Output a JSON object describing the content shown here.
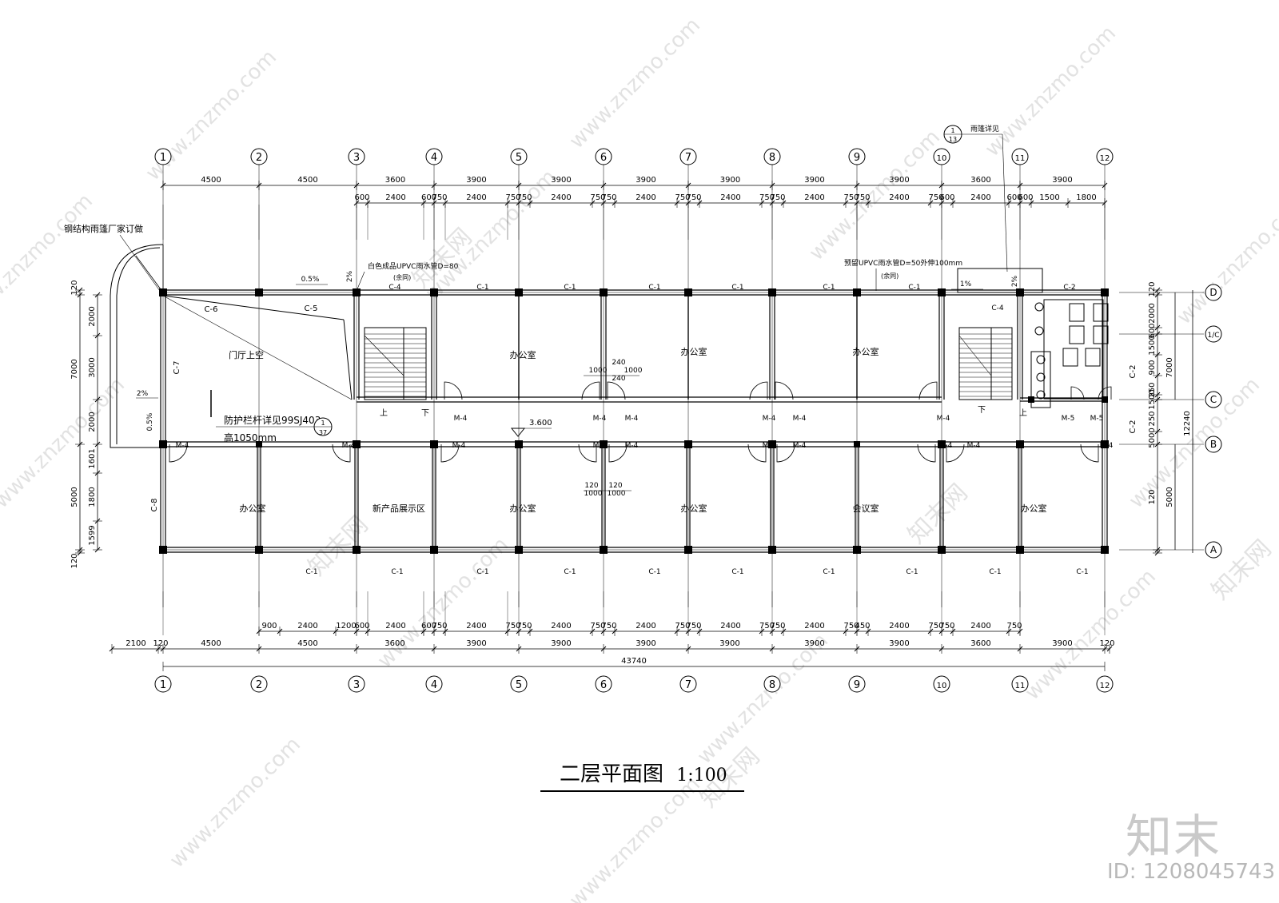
{
  "drawing": {
    "title": "二层平面图",
    "scale": "1:100",
    "axes_x": [
      "1",
      "2",
      "3",
      "4",
      "5",
      "6",
      "7",
      "8",
      "9",
      "10",
      "11",
      "12"
    ],
    "axes_y": [
      "D",
      "1/C",
      "C",
      "B",
      "A"
    ],
    "dims_top_main": [
      "4500",
      "4500",
      "3600",
      "3900",
      "3900",
      "3900",
      "3900",
      "3900",
      "3900",
      "3600",
      "3900"
    ],
    "dims_top_sub": [
      "600",
      "2400",
      "600",
      "750",
      "2400",
      "750",
      "750",
      "2400",
      "750",
      "750",
      "2400",
      "750",
      "750",
      "2400",
      "750",
      "750",
      "2400",
      "750",
      "750",
      "2400",
      "750",
      "600",
      "2400",
      "600",
      "600",
      "1500",
      "1800"
    ],
    "dims_bottom_sub": [
      "900",
      "2400",
      "1200",
      "600",
      "2400",
      "600",
      "750",
      "2400",
      "750",
      "750",
      "2400",
      "750",
      "750",
      "2400",
      "750",
      "750",
      "2400",
      "750",
      "750",
      "2400",
      "750",
      "450",
      "2400",
      "750",
      "750",
      "2400",
      "750"
    ],
    "dims_bottom_main": [
      "2100",
      "120",
      "4500",
      "4500",
      "3600",
      "3900",
      "3900",
      "3900",
      "3900",
      "3900",
      "3900",
      "3600",
      "3900",
      "120"
    ],
    "dim_total": "43740",
    "dims_left_outer": [
      "120",
      "7000",
      "5000",
      "120"
    ],
    "dims_left_inner": [
      "2000",
      "3000",
      "2000",
      "1601",
      "1800",
      "1599"
    ],
    "dims_right_inner": [
      "120",
      "2000",
      "600",
      "1500",
      "900",
      "250",
      "1500",
      "250",
      "5000",
      "120"
    ],
    "dims_right_outer": [
      "7000",
      "12240"
    ],
    "rooms": [
      "门厅上空",
      "办公室",
      "办公室",
      "办公室",
      "办公室",
      "新产品展示区",
      "办公室",
      "办公室",
      "会议室",
      "办公室"
    ],
    "notes": {
      "canopy": "钢结构雨篷厂家订做",
      "drain_left": "白色成品UPVC雨水管D=80",
      "drain_right": "预留UPVC雨水管D=50外伸100mm",
      "drain_sub": "(余同)",
      "canopy_detail": "雨篷详见",
      "railing_1": "防护栏杆详见99SJ403",
      "railing_2": "高1050mm",
      "railing_ref_top": "1",
      "railing_ref_bottom": "37",
      "canopy_ref_top": "1",
      "canopy_ref_bottom": "13",
      "elevation": "3.600",
      "stair_up": "上",
      "stair_down": "下"
    },
    "labels": {
      "windows_front": [
        "C-4",
        "C-1",
        "C-1",
        "C-1",
        "C-1",
        "C-1",
        "C-1",
        "C-4",
        "C-2"
      ],
      "windows_back": [
        "C-1",
        "C-1",
        "C-1",
        "C-1",
        "C-1",
        "C-1",
        "C-1",
        "C-1",
        "C-1",
        "C-1"
      ],
      "c5": "C-5",
      "c6": "C-6",
      "c7": "C-7",
      "c8": "C-8",
      "c2": "C-2",
      "c2b": "C-2",
      "doors_top": [
        "M-4",
        "M-4",
        "M-4",
        "M-4",
        "M-4",
        "M-4",
        "M-5",
        "M-5"
      ],
      "doors_bottom": [
        "M-4",
        "M-4",
        "M-4",
        "M-4",
        "M-4",
        "M-4",
        "M-4",
        "M-4",
        "M-4",
        "M-4",
        "M-4"
      ],
      "slopes": [
        "0.5%",
        "2%",
        "2%",
        "0.5%",
        "1%",
        "2%"
      ],
      "mid_dims": [
        "1000",
        "240",
        "1000",
        "240",
        "120",
        "120",
        "1000",
        "1000",
        "1000"
      ]
    },
    "watermark": {
      "site": "www.znzmo.com",
      "brand": "知末网",
      "logo": "知末",
      "id": "ID: 1208045743"
    }
  }
}
